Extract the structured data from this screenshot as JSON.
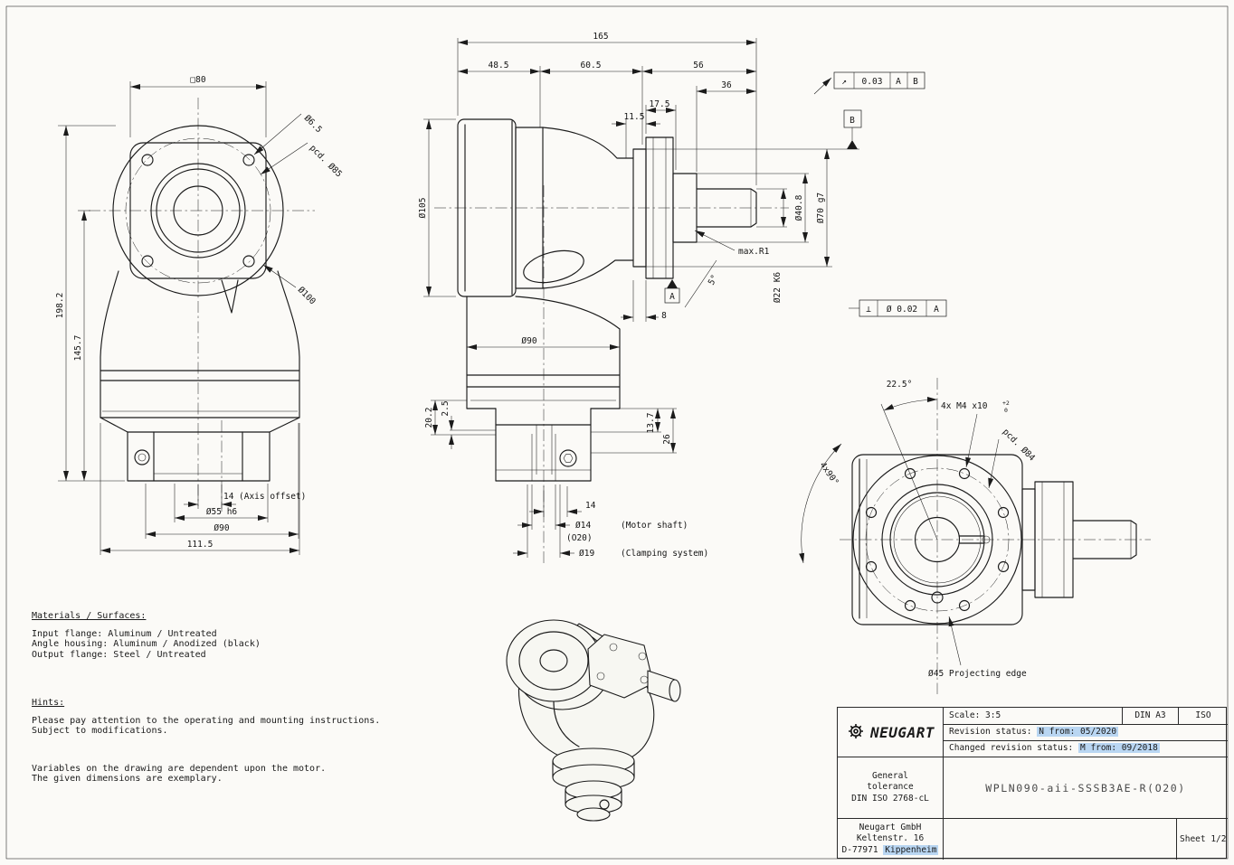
{
  "sheet": {
    "background": "#fbfaf7",
    "line_color": "#1b1b1b",
    "highlight_color": "#b9d6f2"
  },
  "front_view": {
    "square": "□80",
    "bolt": "Ø6.5",
    "pcd": "pcd. Ø85",
    "outer": "Ø100",
    "h_total": "198.2",
    "h_axis": "145.7",
    "axis_offset": "14",
    "axis_offset_note": "(Axis offset)",
    "pilot": "Ø55 h6",
    "body": "Ø90",
    "width": "111.5"
  },
  "side_view": {
    "len_total": "165",
    "len1": "48.5",
    "len2": "60.5",
    "len3": "56",
    "shaft_len": "36",
    "d17": "17.5",
    "d11": "11.5",
    "d105": "Ø105",
    "d40": "Ø40.8",
    "d70": "Ø70 g7",
    "d22": "Ø22 K6",
    "r1": "max.R1",
    "body": "Ø90",
    "d20": "20.2",
    "d25": "2.5",
    "d13": "13.7",
    "d26": "26",
    "d14len": "14",
    "motor_shaft": "Ø14",
    "motor_shaft_note": "(Motor shaft)",
    "o20": "(O20)",
    "clamp": "Ø19",
    "clamp_note": "(Clamping system)",
    "flange8": "8",
    "angle5": "5°",
    "runout_sym": "↗",
    "runout_val": "0.03",
    "runout_d1": "A",
    "runout_d2": "B",
    "perp_sym": "⊥",
    "perp_val": "Ø 0.02",
    "perp_d": "A",
    "datum_a": "A",
    "datum_b": "B"
  },
  "rear_view": {
    "angle225": "22.5°",
    "thread": "4x M4  x10",
    "thread_sup": "+2",
    "thread_sub": "0",
    "pcd": "pcd. Ø84",
    "angle90": "4x90°",
    "projecting": "Ø45  Projecting edge"
  },
  "materials": {
    "title": "Materials / Surfaces:",
    "line1": "Input flange: Aluminum / Untreated",
    "line2": "Angle housing: Aluminum / Anodized (black)",
    "line3": "Output flange: Steel / Untreated"
  },
  "hints": {
    "title": "Hints:",
    "line1": "Please pay attention to the operating and mounting instructions.",
    "line2": "Subject to modifications.",
    "line3": "Variables on the drawing are dependent upon the motor.",
    "line4": "The given dimensions are exemplary."
  },
  "title_block": {
    "brand": "NEUGART",
    "scale": "Scale: 3:5",
    "paper": "DIN A3",
    "standard": "ISO",
    "revision_label": "Revision status:",
    "revision_value": "N  from: 05/2020",
    "changed_label": "Changed revision status:",
    "changed_value": "M  from: 09/2018",
    "tol1": "General",
    "tol2": "tolerance",
    "tol3": "DIN ISO 2768-cL",
    "part_number": "WPLN090-aii-SSSB3AE-R(O20)",
    "company1": "Neugart GmbH",
    "company2": "Keltenstr. 16",
    "company3_prefix": "D-77971",
    "company3_highlight": "Kippenheim",
    "sheet_label": "Sheet 1/2"
  }
}
